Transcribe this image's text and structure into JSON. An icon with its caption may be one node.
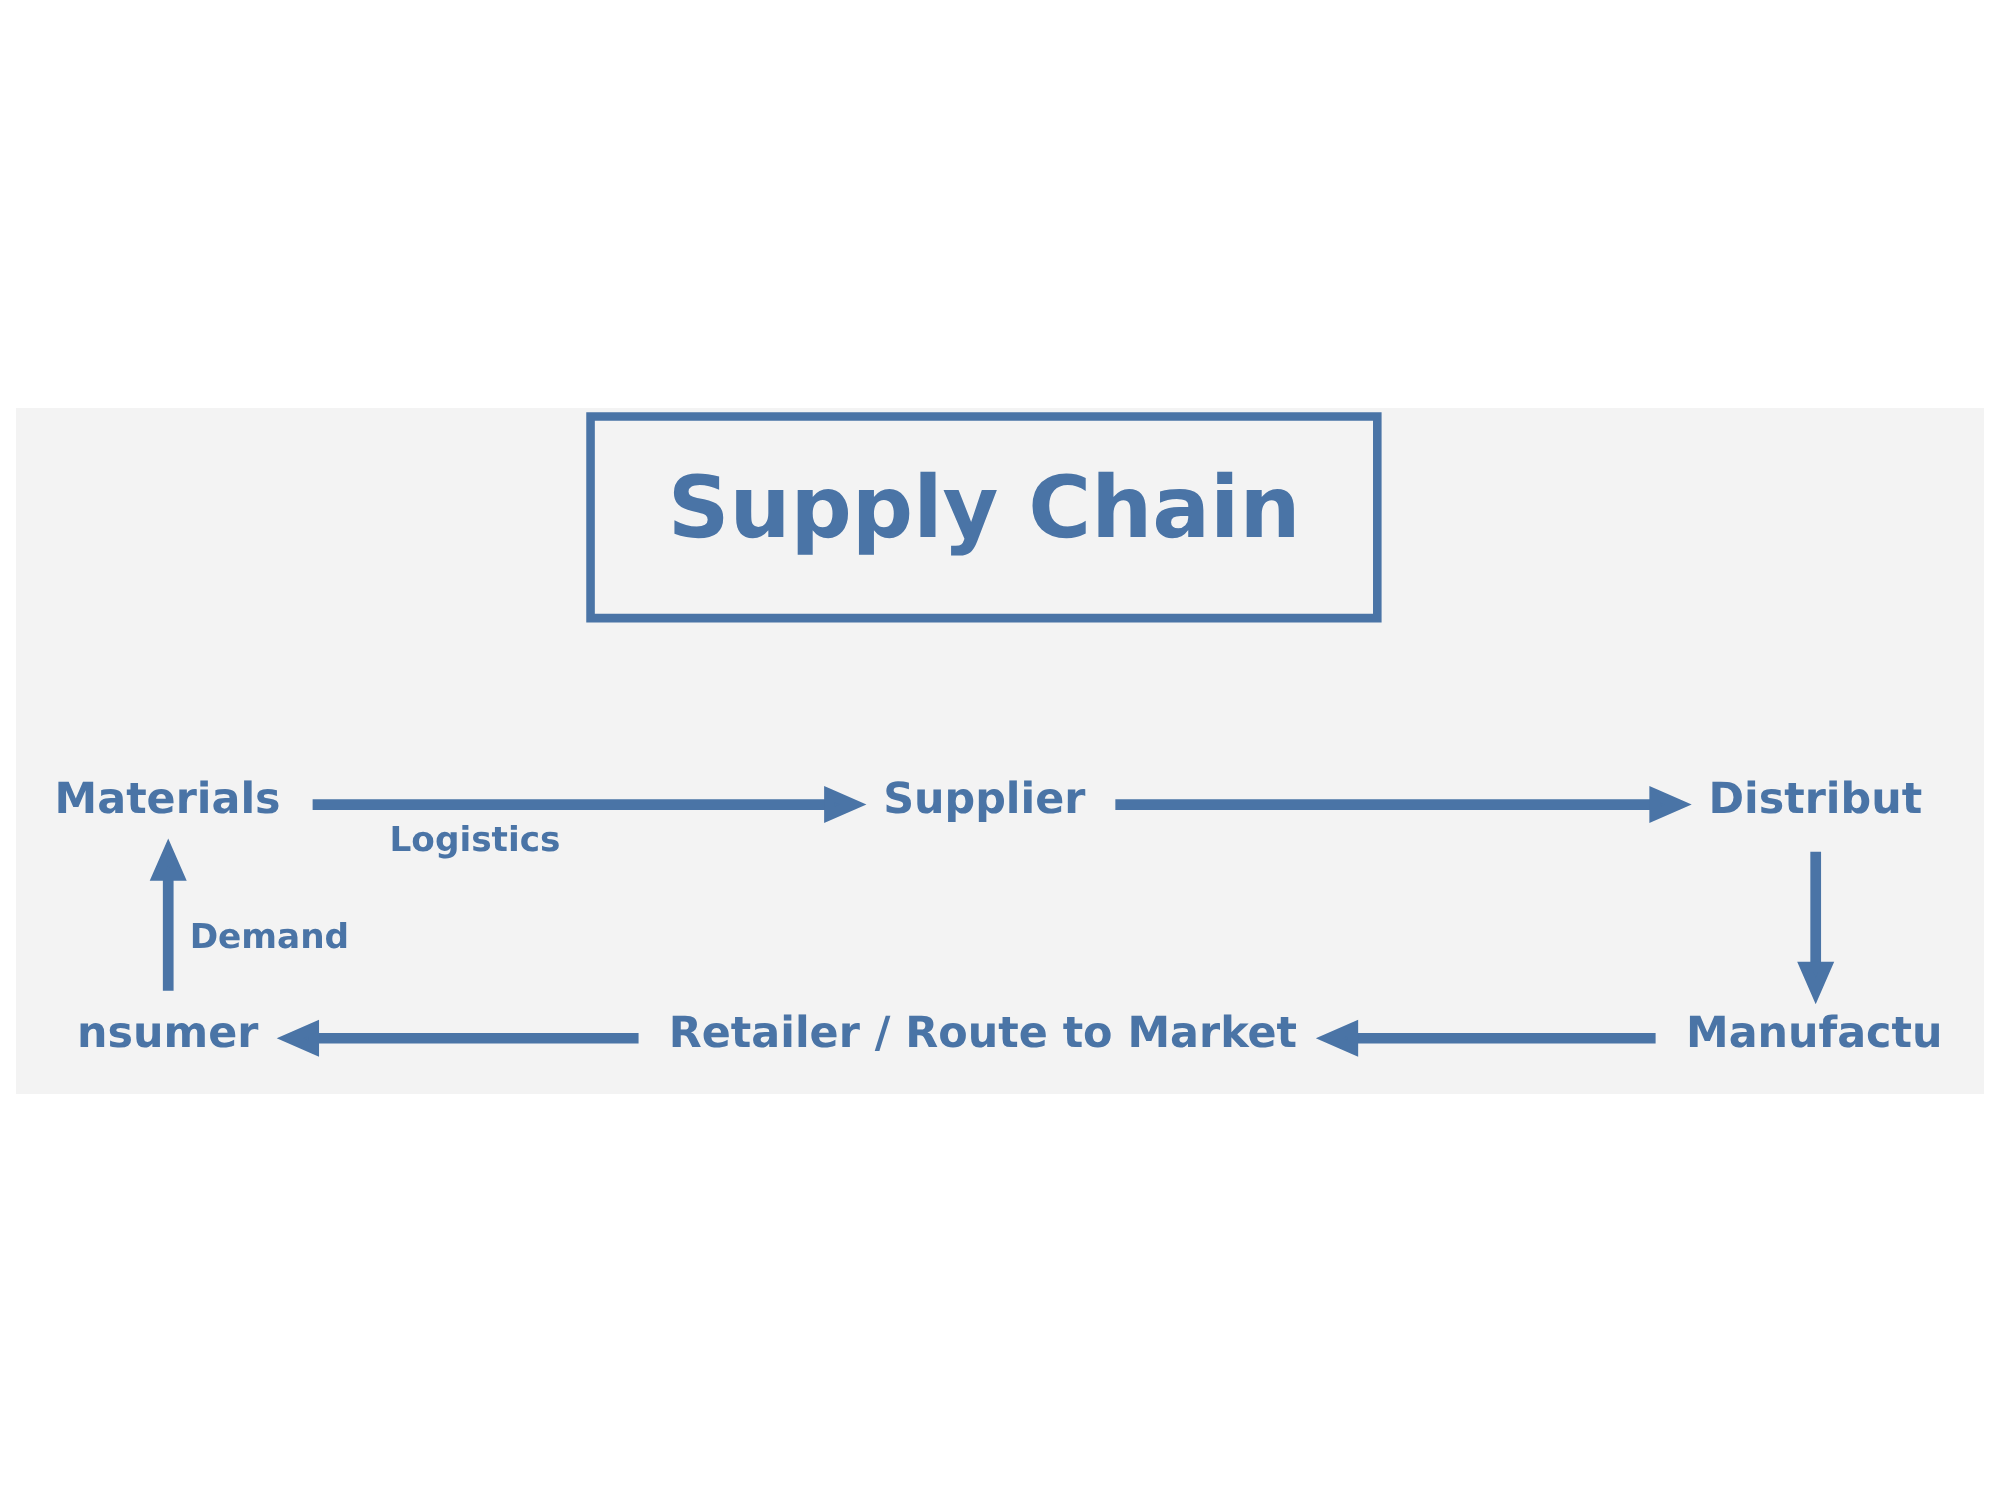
{
  "diagram": {
    "nodes": [
      {
        "text": [
          "Materials"
        ]
      },
      {
        "text": [
          "Supplier"
        ]
      },
      {
        "text": [
          "Distribut"
        ]
      },
      {
        "text": [
          "Supply Chain"
        ]
      },
      {
        "text": [
          "nsumer"
        ]
      },
      {
        "text": [
          "Retailer / Route to Market"
        ]
      },
      {
        "text": [
          "Manufactu"
        ]
      }
    ],
    "edges": [
      {
        "from": 0,
        "to": 1,
        "arrow": "to",
        "label": "Logistics"
      },
      {
        "from": 1,
        "to": 2,
        "arrow": "to"
      },
      {
        "from": 2,
        "to": 6,
        "arrow": "to"
      },
      {
        "from": 6,
        "to": 5,
        "arrow": "to"
      },
      {
        "from": 5,
        "to": 4,
        "arrow": "to"
      },
      {
        "from": 4,
        "to": 0,
        "arrow": "to",
        "label": "Demand"
      }
    ]
  }
}
